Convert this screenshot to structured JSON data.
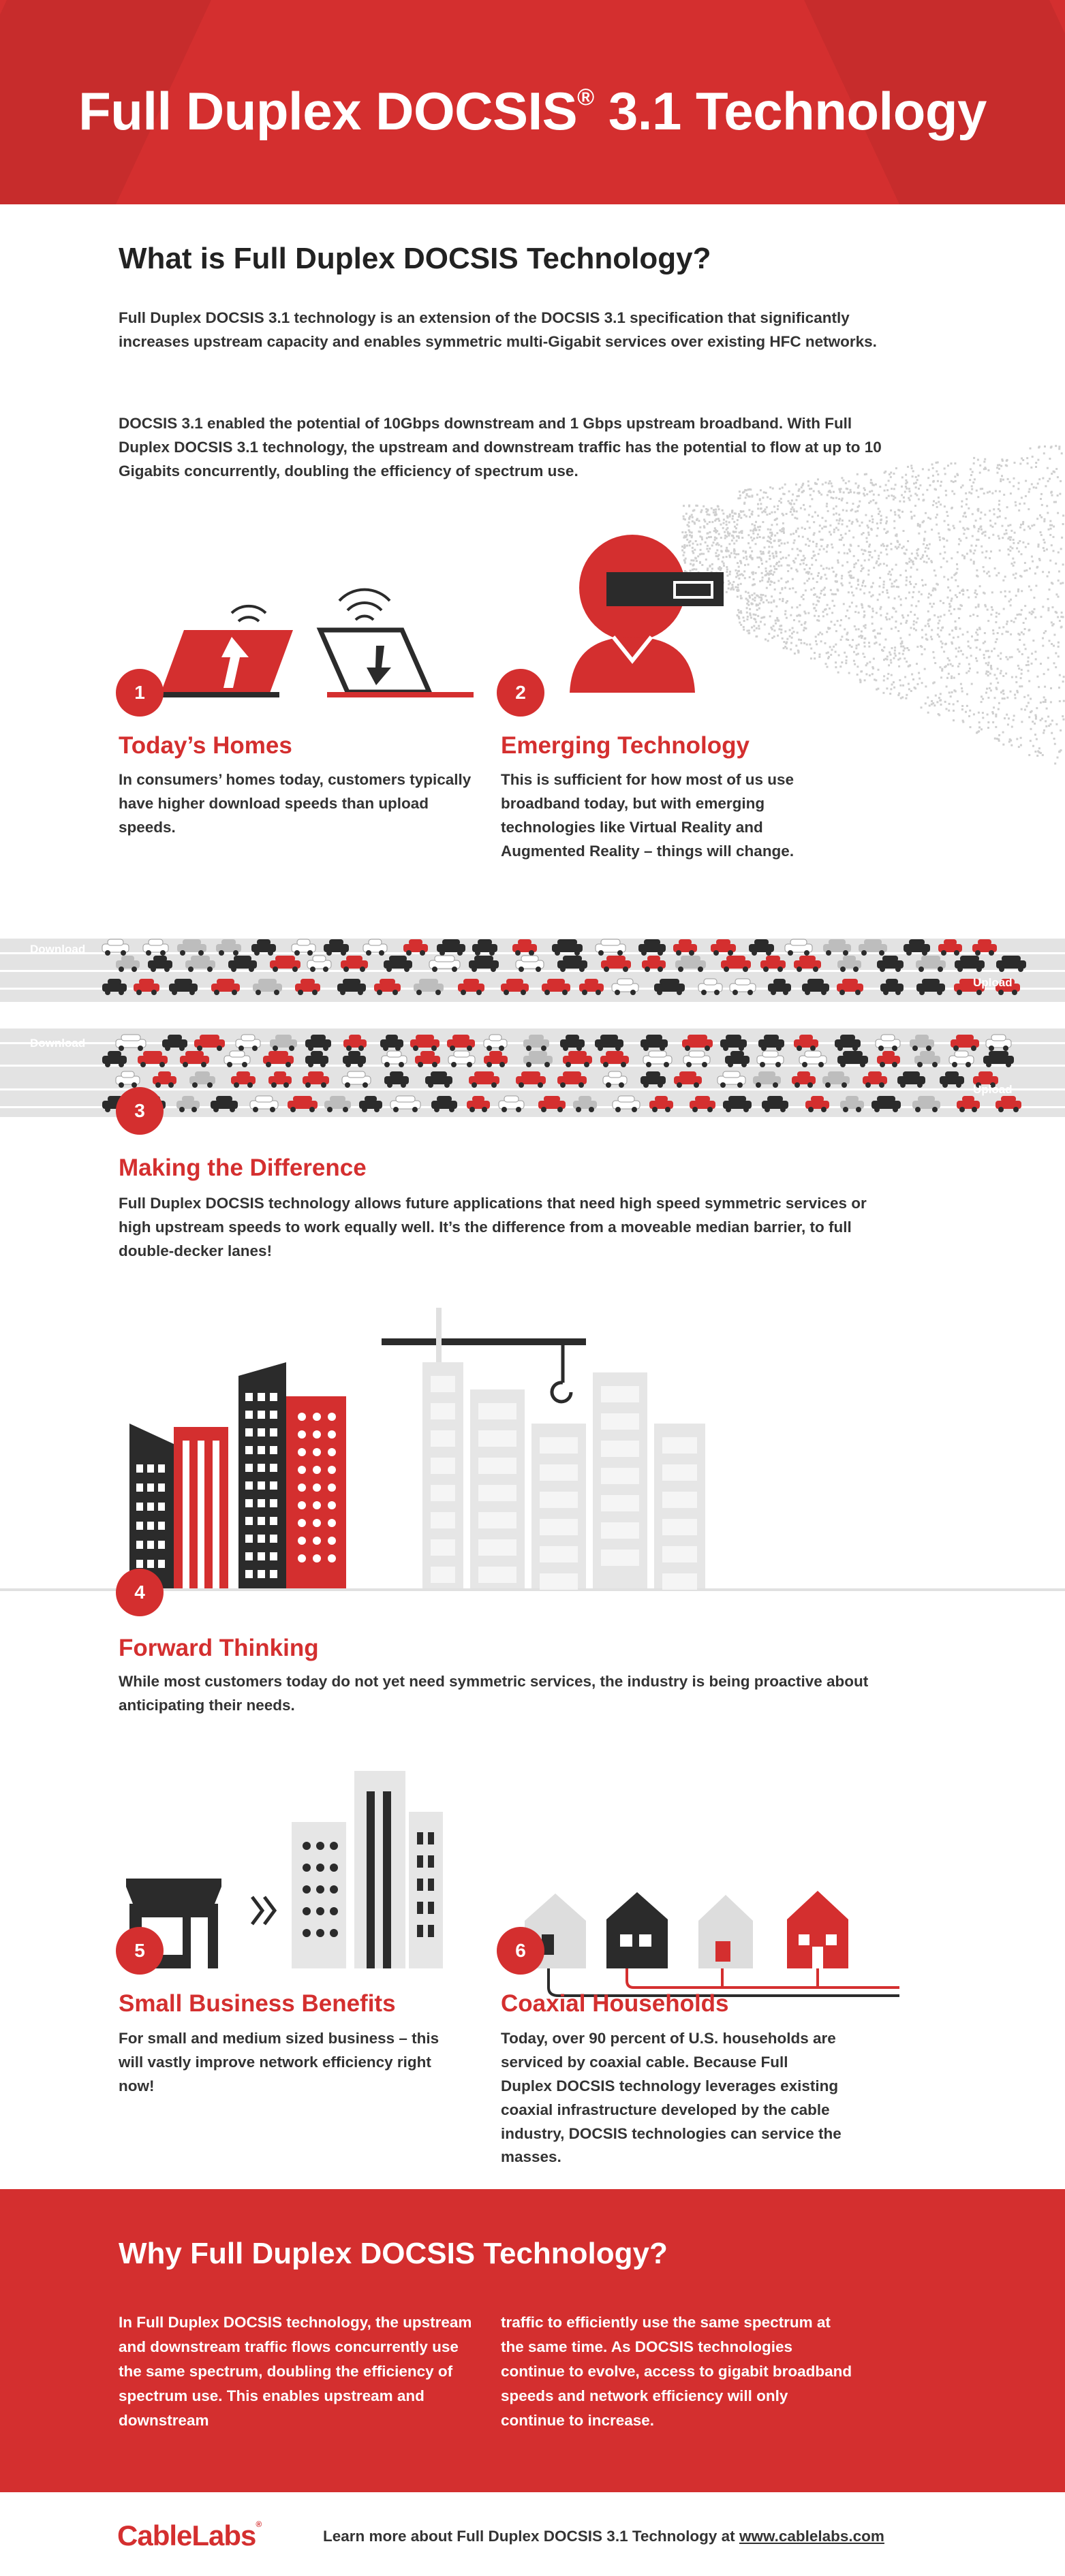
{
  "header": {
    "title": "Full Duplex DOCSIS",
    "title_mark": "®",
    "title_suffix": " 3.1 Technology"
  },
  "intro": {
    "heading": "What is Full Duplex DOCSIS Technology?",
    "paragraph_1": "Full Duplex DOCSIS 3.1 technology is an extension of the DOCSIS 3.1 specification that significantly increases upstream capacity and enables symmetric multi-Gigabit services over existing HFC networks.",
    "paragraph_2": "DOCSIS 3.1 enabled the potential of 10Gbps downstream and 1 Gbps upstream broadband. With Full Duplex DOCSIS 3.1 technology, the upstream and downstream traffic has the potential to flow at up to 10 Gigabits concurrently, doubling the efficiency of spectrum use."
  },
  "steps": [
    {
      "number": "1",
      "title": "Today’s Homes",
      "text": "In consumers’ homes today, customers typically have higher download speeds than upload speeds."
    },
    {
      "number": "2",
      "title": "Emerging Technology",
      "text": "This is sufficient for how most of us use broadband today, but with emerging technologies like Virtual Reality and Augmented Reality – things will change."
    },
    {
      "number": "3",
      "title": "Making the Difference",
      "text": "Full Duplex DOCSIS technology allows future applications that need high speed symmetric services or high upstream speeds to work equally well. It’s the difference from a moveable median barrier, to full double-decker lanes!"
    },
    {
      "number": "4",
      "title": "Forward Thinking",
      "text": "While most customers today do not yet need symmetric services, the industry is being proactive about anticipating their needs."
    },
    {
      "number": "5",
      "title": "Small Business Benefits",
      "text": "For small and medium sized business – this will vastly improve network efficiency right now!"
    },
    {
      "number": "6",
      "title": "Coaxial Households",
      "text": "Today, over 90 percent of U.S. households are serviced by coaxial cable. Because Full Duplex DOCSIS technology leverages existing coaxial infrastructure developed by the cable industry, DOCSIS technologies can service the masses."
    }
  ],
  "lanes": {
    "download_label": "Download",
    "upload_label": "Upload"
  },
  "why": {
    "heading": "Why Full Duplex DOCSIS Technology?",
    "col_1": "In Full Duplex DOCSIS technology, the upstream and downstream traffic flows concurrently use the same spectrum, doubling the efficiency of spectrum use. This enables upstream and downstream",
    "col_2": "traffic to efficiently use the same spectrum at the same time. As DOCSIS technologies continue to evolve, access to gigabit broadband speeds and network efficiency will only continue to increase."
  },
  "footer": {
    "logo_text": "CableLabs",
    "logo_mark": "®",
    "cta": "Learn more about Full Duplex DOCSIS 3.1 Technology at ",
    "link": "www.cablelabs.com"
  },
  "colors": {
    "accent": "#d42f2f",
    "dark": "#2b2b2b",
    "light_gray": "#e3e3e3"
  }
}
